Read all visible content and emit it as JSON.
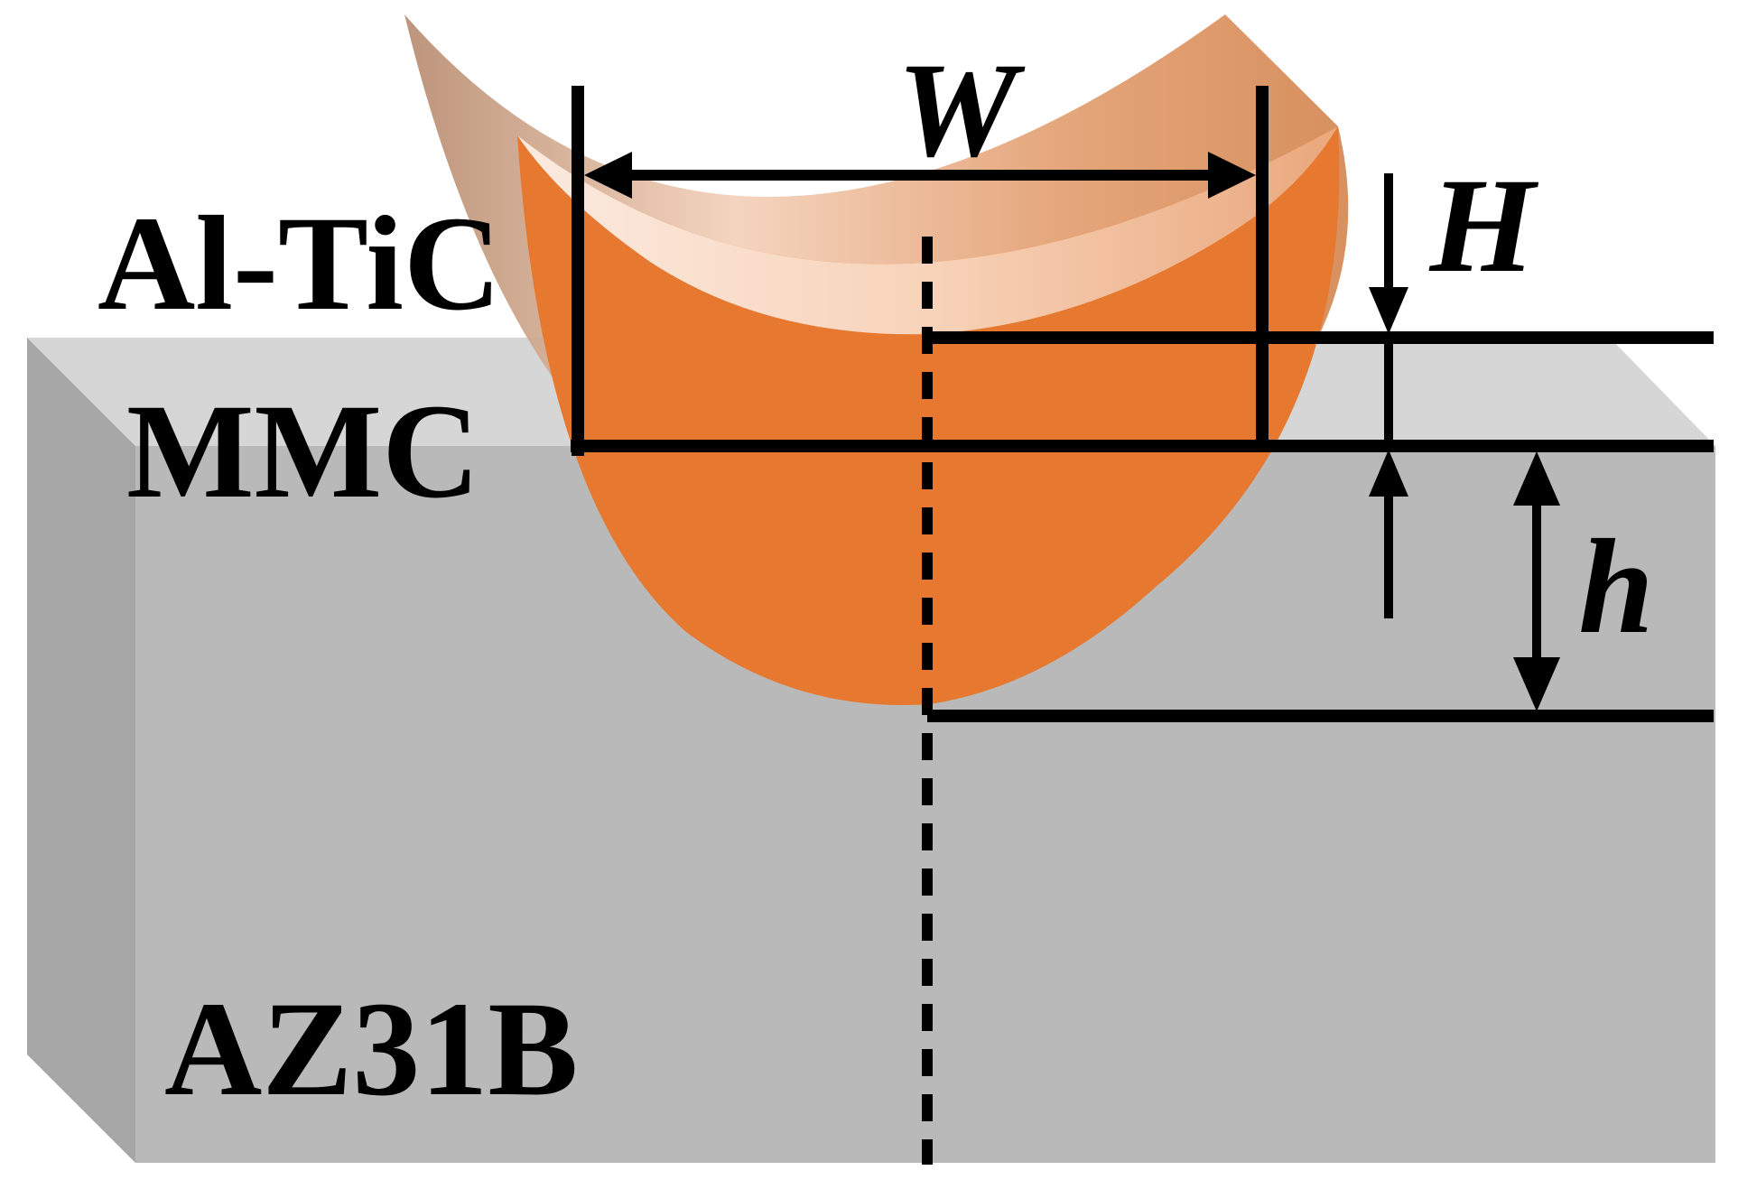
{
  "labels": {
    "clad_line1": "Al-TiC",
    "clad_line2": "MMC",
    "substrate": "AZ31B"
  },
  "dimensions": {
    "width": "W",
    "height": "H",
    "depth": "h"
  },
  "colors": {
    "block_front": "#b9b9b9",
    "block_top": "#d6d6d6",
    "block_side": "#a6a6a6",
    "bead": "#e67830",
    "bead_highlight": "#f5cba8",
    "line": "#000000"
  }
}
